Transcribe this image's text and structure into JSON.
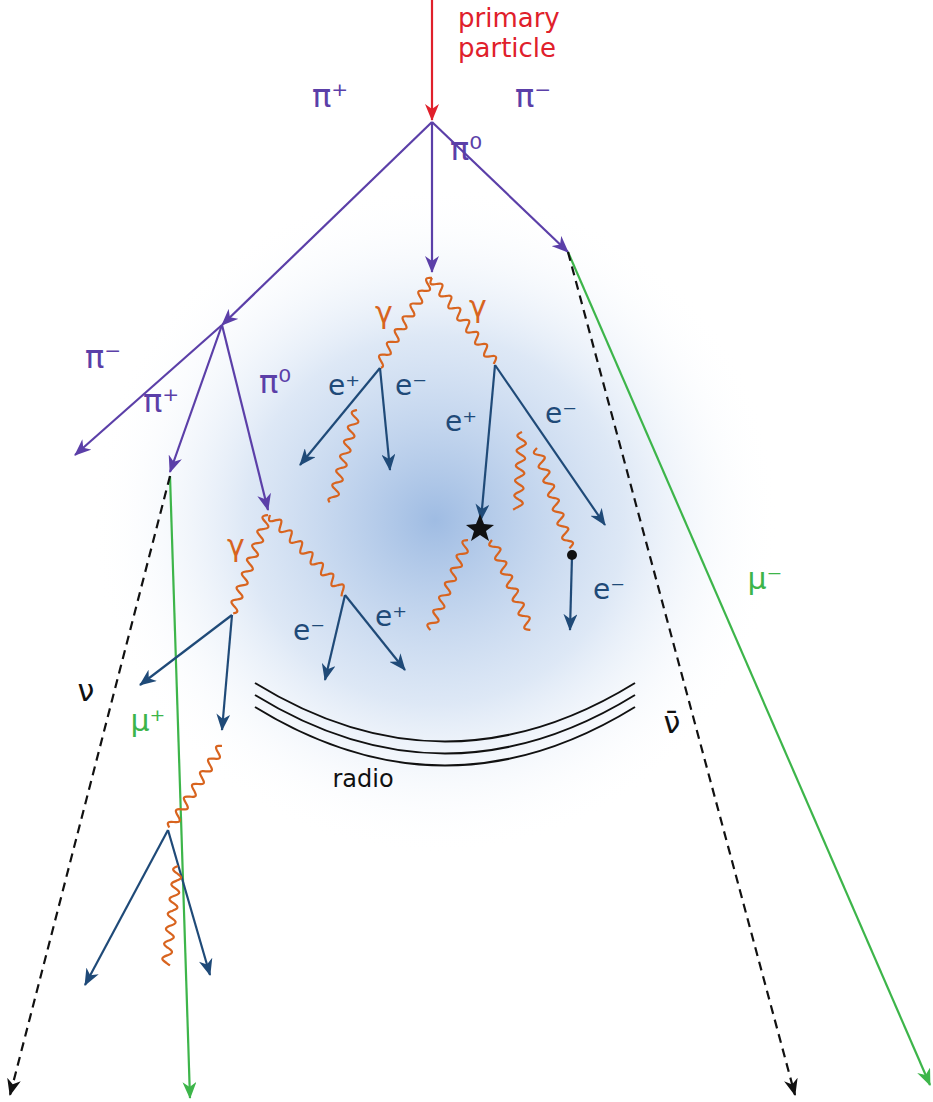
{
  "diagram": {
    "labels": [
      "primary particle",
      "π⁺",
      "π⁰",
      "π⁻",
      "γ",
      "γ",
      "π⁻",
      "π⁺",
      "π⁰",
      "e⁺",
      "e⁻",
      "e⁺",
      "e⁻",
      "γ",
      "e⁻",
      "e⁻",
      "e⁺",
      "ν",
      "μ⁺",
      "radio",
      "ν̄",
      "μ⁻"
    ]
  }
}
